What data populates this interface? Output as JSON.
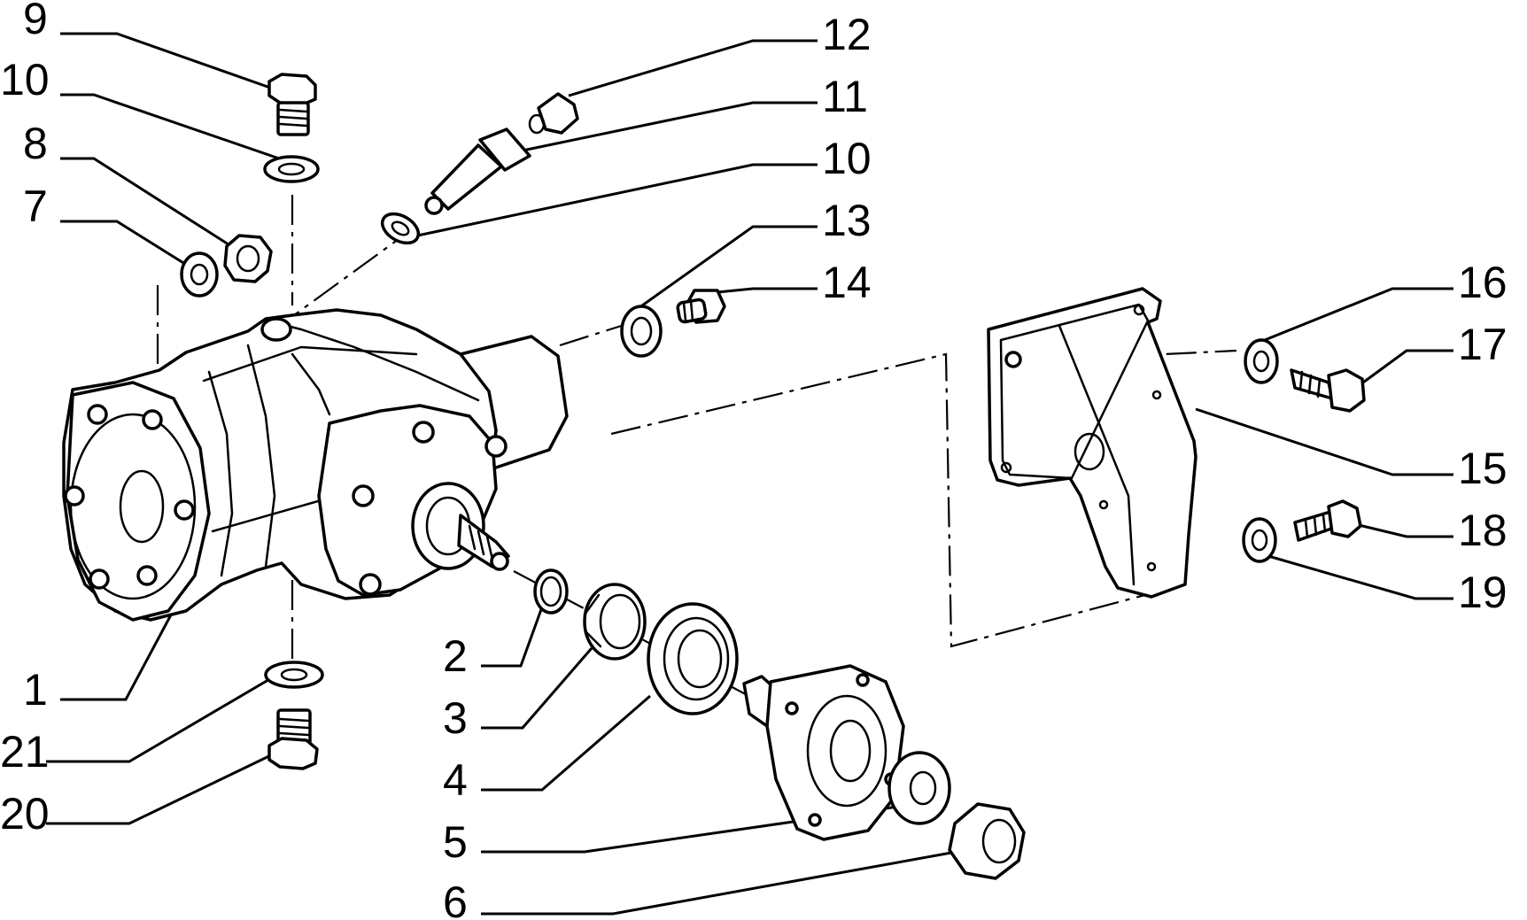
{
  "callouts": {
    "c9": "9",
    "c10a": "10",
    "c8": "8",
    "c7": "7",
    "c12": "12",
    "c11": "11",
    "c10b": "10",
    "c13": "13",
    "c14": "14",
    "c16": "16",
    "c17": "17",
    "c15": "15",
    "c18": "18",
    "c19": "19",
    "c1": "1",
    "c21": "21",
    "c20": "20",
    "c2": "2",
    "c3": "3",
    "c4": "4",
    "c5": "5",
    "c6": "6"
  }
}
